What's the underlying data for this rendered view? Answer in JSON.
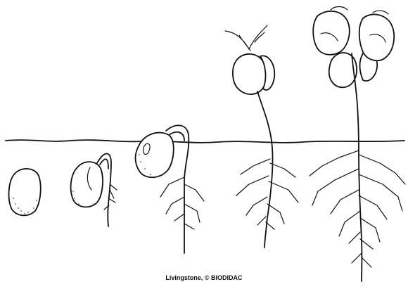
{
  "figure": {
    "credit": "Livingstone, © BIODIDAC",
    "stages": [
      {
        "stage": 1,
        "subject": "seed"
      },
      {
        "stage": 2,
        "subject": "seed with emerging root"
      },
      {
        "stage": 3,
        "subject": "hypocotyl hook pushing up"
      },
      {
        "stage": 4,
        "subject": "cotyledons above soil"
      },
      {
        "stage": 5,
        "subject": "seedling with first leaves"
      }
    ],
    "colors": {
      "ink": "#111111",
      "background": "#ffffff"
    }
  }
}
